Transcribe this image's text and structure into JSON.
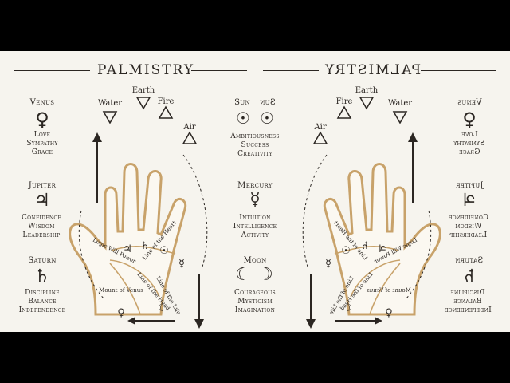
{
  "title": "PALMISTRY",
  "title_mirrored": "PALMISTRY",
  "colors": {
    "paper": "#f6f4ee",
    "ink": "#2b2622",
    "hand": "#c8a26a"
  },
  "left_column": [
    {
      "name": "Venus",
      "symbol": "♀",
      "traits": [
        "Love",
        "Sympathy",
        "Grace"
      ]
    },
    {
      "name": "Jupiter",
      "symbol": "♃",
      "traits": [
        "Confidence",
        "Wisdom",
        "Leadership"
      ]
    },
    {
      "name": "Saturn",
      "symbol": "♄",
      "traits": [
        "Discipline",
        "Balance",
        "Independence"
      ]
    }
  ],
  "middle_column": [
    {
      "name": "Sun",
      "symbol": "☉",
      "traits": [
        "Ambitiousness",
        "Success",
        "Creativity"
      ]
    },
    {
      "name": "Mercury",
      "symbol": "☿",
      "traits": [
        "Intuition",
        "Intelligence",
        "Activity"
      ]
    },
    {
      "name": "Moon",
      "symbol": "☾",
      "traits": [
        "Courageous",
        "Mysticism",
        "Imagination"
      ]
    }
  ],
  "elements": {
    "water": "Water",
    "earth": "Earth",
    "fire": "Fire",
    "air": "Air"
  },
  "hand_labels": {
    "logic_will_power": "Logic Will Power",
    "line_of_heart": "Line of the Heart",
    "line_of_head": "Line of the Head",
    "line_of_life": "Line of the Life",
    "mount_of_venus": "Mount of Venus"
  }
}
